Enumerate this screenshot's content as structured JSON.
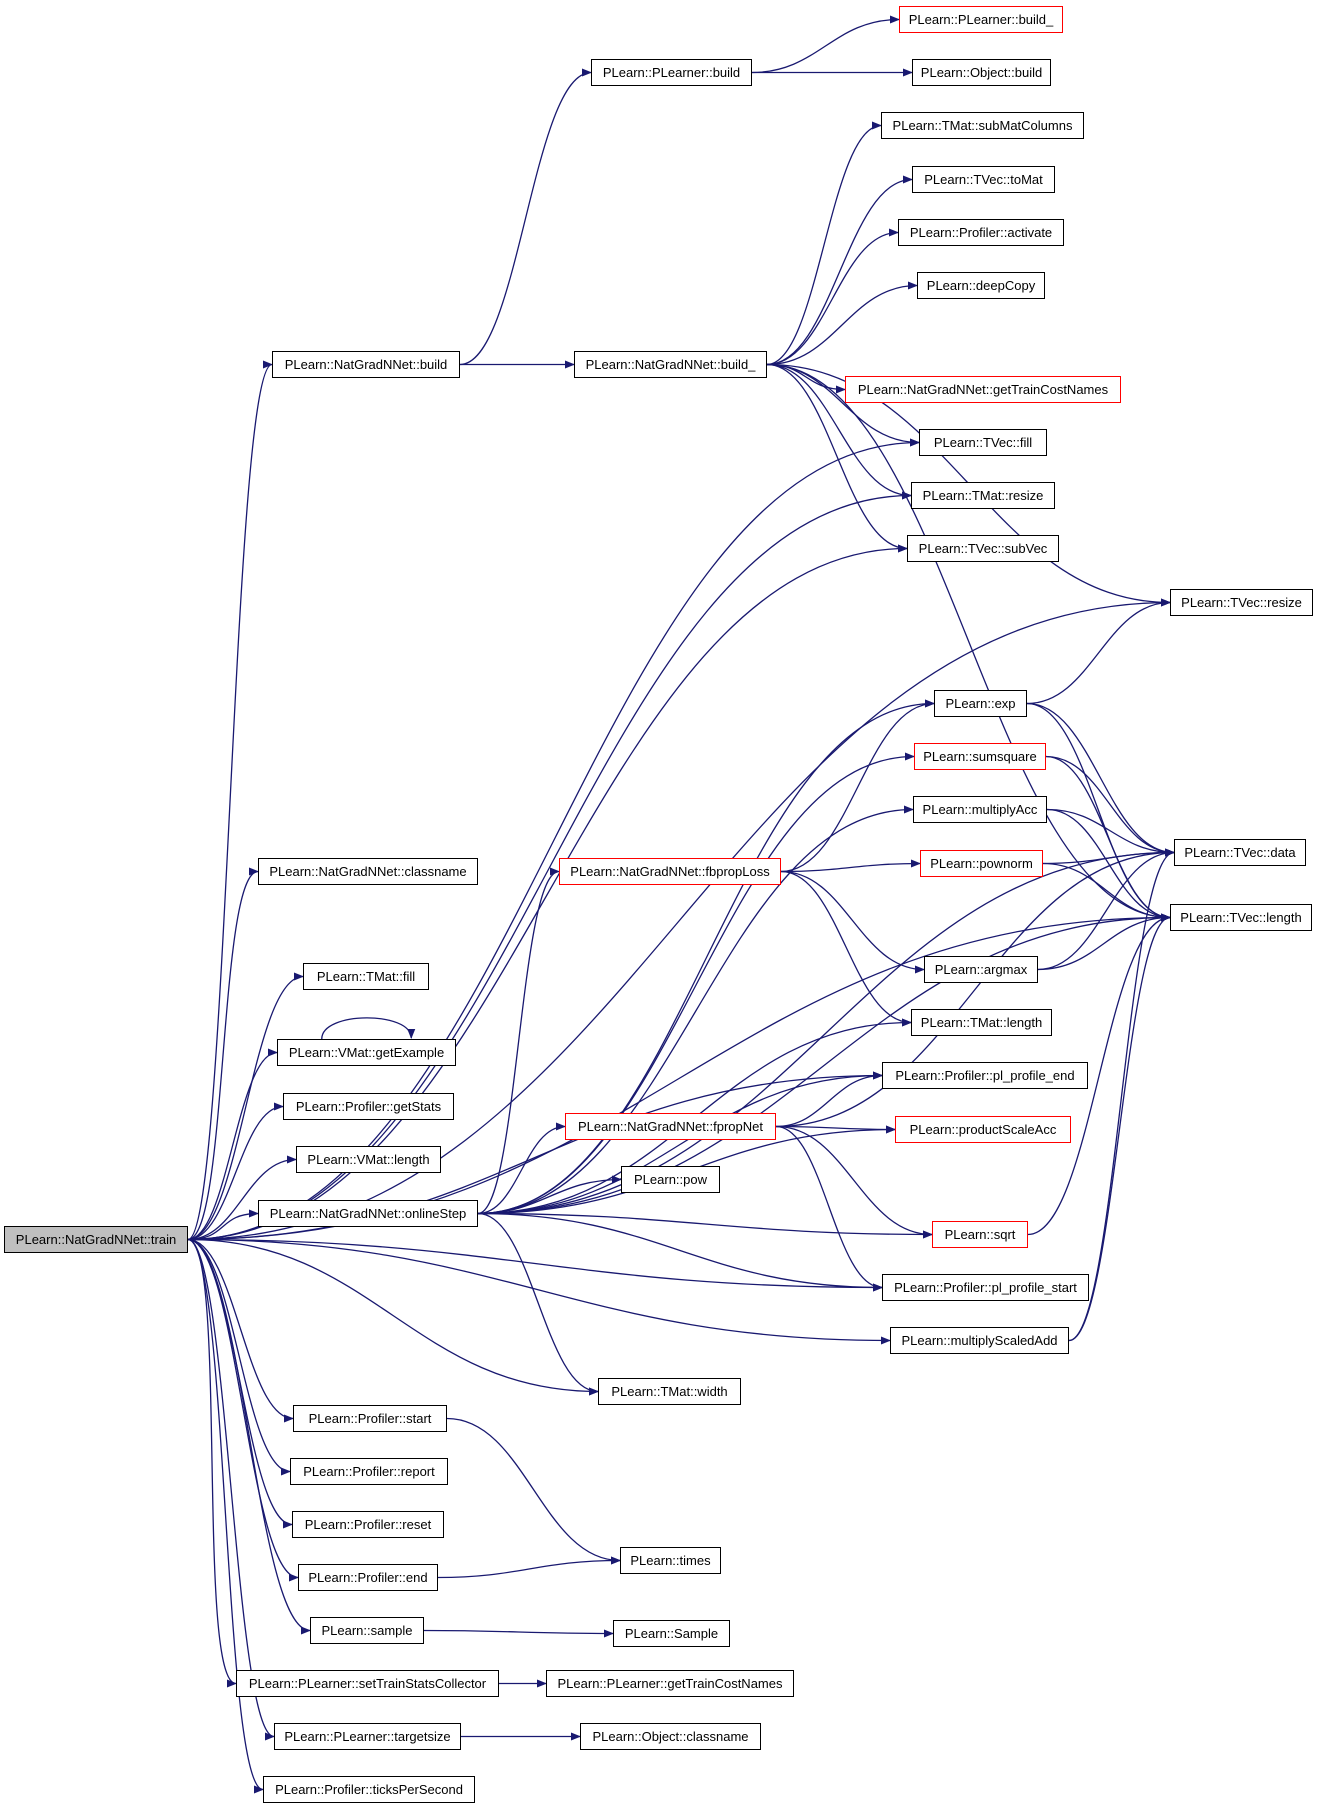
{
  "graph": {
    "edge_color": "#191970",
    "root": "train",
    "nodes": {
      "train": {
        "label": "PLearn::NatGradNNet::train",
        "highlight": "root",
        "color": "#bfbfbf"
      },
      "build": {
        "label": "PLearn::NatGradNNet::build"
      },
      "classname": {
        "label": "PLearn::NatGradNNet::classname"
      },
      "tmatfill": {
        "label": "PLearn::TMat::fill"
      },
      "getexample": {
        "label": "PLearn::VMat::getExample"
      },
      "getstats": {
        "label": "PLearn::Profiler::getStats"
      },
      "vmatlength": {
        "label": "PLearn::VMat::length"
      },
      "onlinestep": {
        "label": "PLearn::NatGradNNet::onlineStep"
      },
      "pstart": {
        "label": "PLearn::Profiler::start"
      },
      "preport": {
        "label": "PLearn::Profiler::report"
      },
      "preset": {
        "label": "PLearn::Profiler::reset"
      },
      "pend": {
        "label": "PLearn::Profiler::end"
      },
      "sample": {
        "label": "PLearn::sample"
      },
      "settrain": {
        "label": "PLearn::PLearner::setTrainStatsCollector"
      },
      "targetsize": {
        "label": "PLearn::PLearner::targetsize"
      },
      "ticks": {
        "label": "PLearn::Profiler::ticksPerSecond"
      },
      "plbuild": {
        "label": "PLearn::PLearner::build"
      },
      "build_": {
        "label": "PLearn::NatGradNNet::build_"
      },
      "fbprop": {
        "label": "PLearn::NatGradNNet::fbpropLoss",
        "highlight": "red"
      },
      "fprop": {
        "label": "PLearn::NatGradNNet::fpropNet",
        "highlight": "red"
      },
      "pow": {
        "label": "PLearn::pow"
      },
      "tmatwidth": {
        "label": "PLearn::TMat::width"
      },
      "times": {
        "label": "PLearn::times"
      },
      "Sample": {
        "label": "PLearn::Sample"
      },
      "plgettrain": {
        "label": "PLearn::PLearner::getTrainCostNames"
      },
      "objclassname": {
        "label": "PLearn::Object::classname"
      },
      "plbuild_": {
        "label": "PLearn::PLearner::build_",
        "highlight": "red"
      },
      "objbuild": {
        "label": "PLearn::Object::build"
      },
      "submat": {
        "label": "PLearn::TMat::subMatColumns"
      },
      "tomat": {
        "label": "PLearn::TVec::toMat"
      },
      "activate": {
        "label": "PLearn::Profiler::activate"
      },
      "deepcopy": {
        "label": "PLearn::deepCopy"
      },
      "nngettrain": {
        "label": "PLearn::NatGradNNet::getTrainCostNames",
        "highlight": "red"
      },
      "tvecfill": {
        "label": "PLearn::TVec::fill"
      },
      "tmatresize": {
        "label": "PLearn::TMat::resize"
      },
      "subvec": {
        "label": "PLearn::TVec::subVec"
      },
      "tvecresize": {
        "label": "PLearn::TVec::resize"
      },
      "exp": {
        "label": "PLearn::exp"
      },
      "sumsquare": {
        "label": "PLearn::sumsquare",
        "highlight": "red"
      },
      "multacc": {
        "label": "PLearn::multiplyAcc"
      },
      "pownorm": {
        "label": "PLearn::pownorm",
        "highlight": "red"
      },
      "argmax": {
        "label": "PLearn::argmax"
      },
      "tmatlength": {
        "label": "PLearn::TMat::length"
      },
      "profend": {
        "label": "PLearn::Profiler::pl_profile_end"
      },
      "psa": {
        "label": "PLearn::productScaleAcc",
        "highlight": "red"
      },
      "sqrt": {
        "label": "PLearn::sqrt",
        "highlight": "red"
      },
      "profstart": {
        "label": "PLearn::Profiler::pl_profile_start"
      },
      "msa": {
        "label": "PLearn::multiplyScaledAdd"
      },
      "tvecdata": {
        "label": "PLearn::TVec::data"
      },
      "tveclength": {
        "label": "PLearn::TVec::length"
      }
    },
    "edges": [
      [
        "train",
        "build"
      ],
      [
        "train",
        "classname"
      ],
      [
        "train",
        "tmatfill"
      ],
      [
        "train",
        "getexample"
      ],
      [
        "train",
        "getstats"
      ],
      [
        "train",
        "vmatlength"
      ],
      [
        "train",
        "onlinestep"
      ],
      [
        "train",
        "tmatwidth"
      ],
      [
        "train",
        "pstart"
      ],
      [
        "train",
        "preport"
      ],
      [
        "train",
        "preset"
      ],
      [
        "train",
        "pend"
      ],
      [
        "train",
        "sample"
      ],
      [
        "train",
        "settrain"
      ],
      [
        "train",
        "targetsize"
      ],
      [
        "train",
        "ticks"
      ],
      [
        "train",
        "tvecfill"
      ],
      [
        "train",
        "tmatresize"
      ],
      [
        "train",
        "subvec"
      ],
      [
        "train",
        "tvecresize"
      ],
      [
        "train",
        "profend"
      ],
      [
        "train",
        "profstart"
      ],
      [
        "train",
        "msa"
      ],
      [
        "train",
        "tveclength"
      ],
      [
        "build",
        "plbuild"
      ],
      [
        "build",
        "build_"
      ],
      [
        "plbuild",
        "plbuild_"
      ],
      [
        "plbuild",
        "objbuild"
      ],
      [
        "build_",
        "submat"
      ],
      [
        "build_",
        "tomat"
      ],
      [
        "build_",
        "activate"
      ],
      [
        "build_",
        "deepcopy"
      ],
      [
        "build_",
        "tvecresize"
      ],
      [
        "build_",
        "nngettrain"
      ],
      [
        "build_",
        "tvecfill"
      ],
      [
        "build_",
        "tmatresize"
      ],
      [
        "build_",
        "subvec"
      ],
      [
        "build_",
        "tveclength"
      ],
      [
        "getexample",
        "getexample"
      ],
      [
        "onlinestep",
        "tvecdata"
      ],
      [
        "onlinestep",
        "exp"
      ],
      [
        "onlinestep",
        "sumsquare"
      ],
      [
        "onlinestep",
        "multacc"
      ],
      [
        "onlinestep",
        "fbprop"
      ],
      [
        "onlinestep",
        "tmatlength"
      ],
      [
        "onlinestep",
        "profend"
      ],
      [
        "onlinestep",
        "psa"
      ],
      [
        "onlinestep",
        "fprop"
      ],
      [
        "onlinestep",
        "pow"
      ],
      [
        "onlinestep",
        "sqrt"
      ],
      [
        "onlinestep",
        "profstart"
      ],
      [
        "onlinestep",
        "tmatwidth"
      ],
      [
        "onlinestep",
        "tveclength"
      ],
      [
        "fbprop",
        "exp"
      ],
      [
        "fbprop",
        "pownorm"
      ],
      [
        "fbprop",
        "argmax"
      ],
      [
        "fbprop",
        "tmatlength"
      ],
      [
        "fprop",
        "profend"
      ],
      [
        "fprop",
        "psa"
      ],
      [
        "fprop",
        "sqrt"
      ],
      [
        "fprop",
        "profstart"
      ],
      [
        "fprop",
        "tvecdata"
      ],
      [
        "exp",
        "tvecresize"
      ],
      [
        "exp",
        "tvecdata"
      ],
      [
        "exp",
        "tveclength"
      ],
      [
        "sumsquare",
        "tvecdata"
      ],
      [
        "sumsquare",
        "tveclength"
      ],
      [
        "multacc",
        "tvecdata"
      ],
      [
        "multacc",
        "tveclength"
      ],
      [
        "pownorm",
        "tvecdata"
      ],
      [
        "pownorm",
        "tveclength"
      ],
      [
        "argmax",
        "tvecdata"
      ],
      [
        "argmax",
        "tveclength"
      ],
      [
        "sqrt",
        "tveclength"
      ],
      [
        "msa",
        "tvecdata"
      ],
      [
        "msa",
        "tveclength"
      ],
      [
        "pstart",
        "times"
      ],
      [
        "pend",
        "times"
      ],
      [
        "sample",
        "Sample"
      ],
      [
        "settrain",
        "plgettrain"
      ],
      [
        "targetsize",
        "objclassname"
      ]
    ]
  }
}
